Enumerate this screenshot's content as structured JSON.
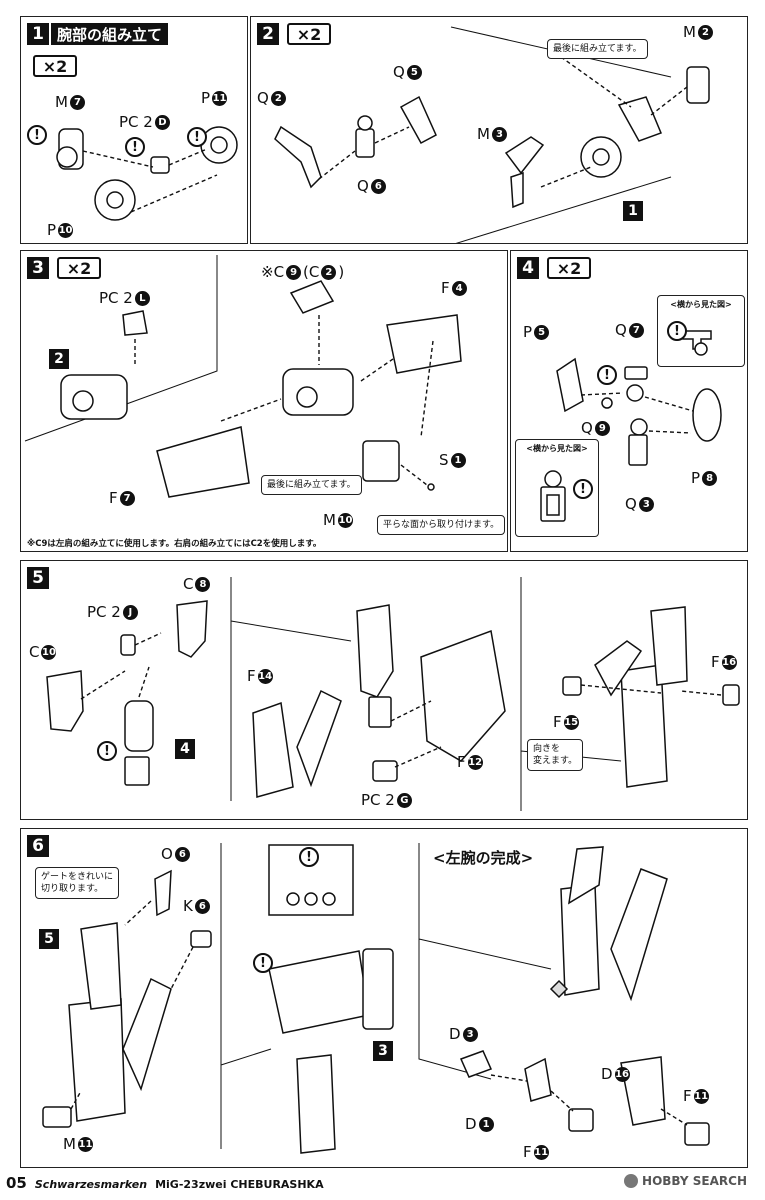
{
  "page_number": "05",
  "footer": {
    "series": "Schwarzesmarken",
    "model": "MiG-23zwei CHEBURASHKA"
  },
  "watermark": "HOBBY SEARCH",
  "steps": {
    "s1": {
      "num": "1",
      "title": "腕部の組み立て",
      "qty": "×2",
      "parts": [
        {
          "l": "M",
          "n": "7"
        },
        {
          "l": "PC 2",
          "n": "D"
        },
        {
          "l": "P",
          "n": "11"
        },
        {
          "l": "P",
          "n": "10"
        }
      ]
    },
    "s2": {
      "num": "2",
      "qty": "×2",
      "note": "最後に組み立てます。",
      "parts": [
        {
          "l": "Q",
          "n": "2"
        },
        {
          "l": "Q",
          "n": "5"
        },
        {
          "l": "Q",
          "n": "6"
        },
        {
          "l": "M",
          "n": "2"
        },
        {
          "l": "M",
          "n": "3"
        }
      ],
      "ref": "1"
    },
    "s3": {
      "num": "3",
      "qty": "×2",
      "ref": "2",
      "parts": [
        {
          "l": "PC 2",
          "n": "L"
        },
        {
          "l": "※C",
          "n": "9",
          "extra": "(C",
          "n2": "2",
          "close": ")"
        },
        {
          "l": "F",
          "n": "4"
        },
        {
          "l": "F",
          "n": "7"
        },
        {
          "l": "S",
          "n": "1"
        },
        {
          "l": "M",
          "n": "10"
        }
      ],
      "note1": "最後に組み立てます。",
      "note2": "平らな面から取り付けます。",
      "footnote": "※C9は左肩の組み立てに使用します。右肩の組み立てにはC2を使用します。"
    },
    "s4": {
      "num": "4",
      "qty": "×2",
      "side_view": "<横から見た図>",
      "parts": [
        {
          "l": "P",
          "n": "5"
        },
        {
          "l": "Q",
          "n": "7"
        },
        {
          "l": "Q",
          "n": "9"
        },
        {
          "l": "P",
          "n": "8"
        },
        {
          "l": "Q",
          "n": "3"
        }
      ]
    },
    "s5": {
      "num": "5",
      "ref": "4",
      "note": "向きを\n変えます。",
      "parts": [
        {
          "l": "PC 2",
          "n": "J"
        },
        {
          "l": "C",
          "n": "8"
        },
        {
          "l": "C",
          "n": "10"
        },
        {
          "l": "F",
          "n": "14"
        },
        {
          "l": "F",
          "n": "12"
        },
        {
          "l": "PC 2",
          "n": "G"
        },
        {
          "l": "F",
          "n": "16"
        },
        {
          "l": "F",
          "n": "15"
        }
      ]
    },
    "s6": {
      "num": "6",
      "ref5": "5",
      "ref3": "3",
      "note": "ゲートをきれいに\n切り取ります。",
      "complete": "<左腕の完成>",
      "parts": [
        {
          "l": "O",
          "n": "6"
        },
        {
          "l": "K",
          "n": "6"
        },
        {
          "l": "M",
          "n": "11"
        },
        {
          "l": "D",
          "n": "3"
        },
        {
          "l": "D",
          "n": "1"
        },
        {
          "l": "D",
          "n": "16"
        },
        {
          "l": "F",
          "n": "11"
        },
        {
          "l": "F",
          "n": "11"
        }
      ]
    }
  },
  "colors": {
    "ink": "#111111",
    "paper": "#ffffff"
  }
}
